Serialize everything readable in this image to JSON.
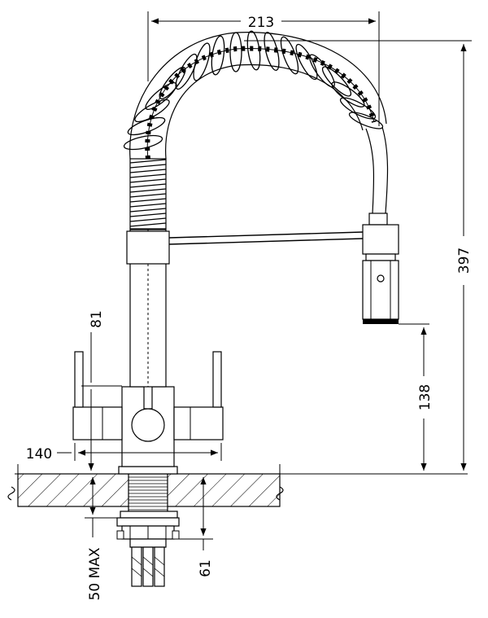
{
  "dimensions": {
    "total_width": "213",
    "total_height": "397",
    "spout_clearance": "138",
    "handle_height": "81",
    "base_reach": "140",
    "max_counter_thickness": "50 MAX",
    "shank_length": "61"
  },
  "colors": {
    "line": "#000000",
    "background": "#ffffff"
  }
}
